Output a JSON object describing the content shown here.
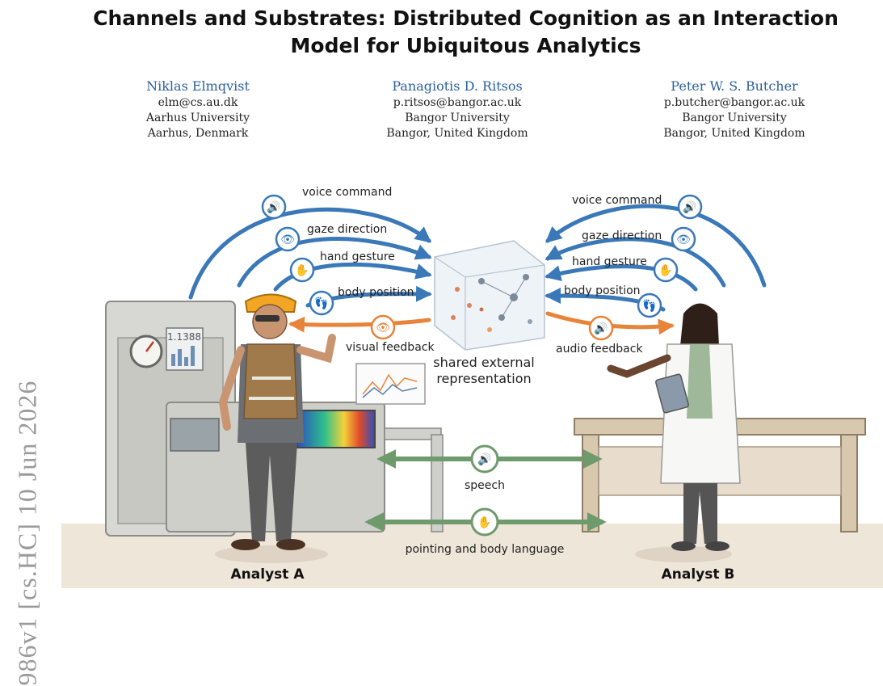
{
  "paper": {
    "title_line1": "Channels and Substrates: Distributed Cognition as an Interaction",
    "title_line2": "Model for Ubiquitous Analytics",
    "arxiv_id": "986v1  [cs.HC]  10 Jun 2026",
    "authors": [
      {
        "name": "Niklas Elmqvist",
        "email": "elm@cs.au.dk",
        "affiliation": "Aarhus University",
        "location": "Aarhus, Denmark"
      },
      {
        "name": "Panagiotis D. Ritsos",
        "email": "p.ritsos@bangor.ac.uk",
        "affiliation": "Bangor University",
        "location": "Bangor, United Kingdom"
      },
      {
        "name": "Peter W. S. Butcher",
        "email": "p.butcher@bangor.ac.uk",
        "affiliation": "Bangor University",
        "location": "Bangor, United Kingdom"
      }
    ]
  },
  "figure": {
    "left_channels": [
      "voice command",
      "gaze direction",
      "hand gesture",
      "body position"
    ],
    "right_channels": [
      "voice command",
      "gaze direction",
      "hand gesture",
      "body position"
    ],
    "left_feedback": "visual feedback",
    "right_feedback": "audio feedback",
    "center_label_line1": "shared external",
    "center_label_line2": "representation",
    "middle_channel_1": "speech",
    "middle_channel_2": "pointing and body language",
    "gauge_value": "1.1388",
    "analyst_a": "Analyst A",
    "analyst_b": "Analyst B",
    "colors": {
      "blue": "#3a78b8",
      "orange": "#e8833a",
      "green": "#6e9a6c",
      "title_blue": "#2b5f9e"
    }
  }
}
